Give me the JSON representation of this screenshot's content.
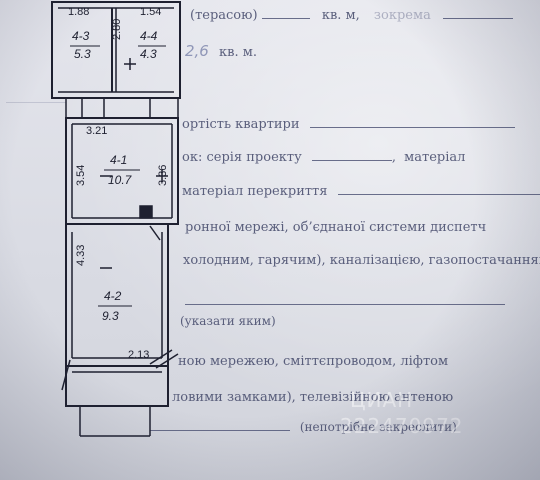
{
  "doc": {
    "line1_a": "(терасою)",
    "line1_b": "кв. м,",
    "line1_c": "зокрема",
    "line2_a": "2,6",
    "line2_b": "кв. м.",
    "line3_a": "ортість квартири",
    "line4_a": "ок: серія проекту",
    "line4_b": "матеріал",
    "line5_a": "матеріал перекриття",
    "line6_a": "ронної мережі, об’єднаної системи диспетч",
    "line7_a": "холодним, гарячим), каналізацією, газопостачанням,",
    "line8_a": "(указати яким)",
    "line9_a": "ною мережею, сміттєпроводом, ліфтом",
    "line10_a": "ловими замками), телевізійною антеною",
    "line11_a": "(непотрібне закреслити)"
  },
  "plan": {
    "rooms": [
      {
        "id": "4-3",
        "area": "5.3"
      },
      {
        "id": "4-4",
        "area": "4.3"
      },
      {
        "id": "4-1",
        "area": "10.7"
      },
      {
        "id": "4-2",
        "area": "9.3"
      }
    ],
    "dims": {
      "top_left": "1.88",
      "top_right": "1.54",
      "partition": "2.80",
      "mid_width": "3.21",
      "left_h1": "3.54",
      "right_h1": "3.36",
      "left_h2": "4.33",
      "bottom_w": "2.13"
    }
  },
  "watermark": {
    "brand": "ЦИАН",
    "code": "222470972"
  }
}
